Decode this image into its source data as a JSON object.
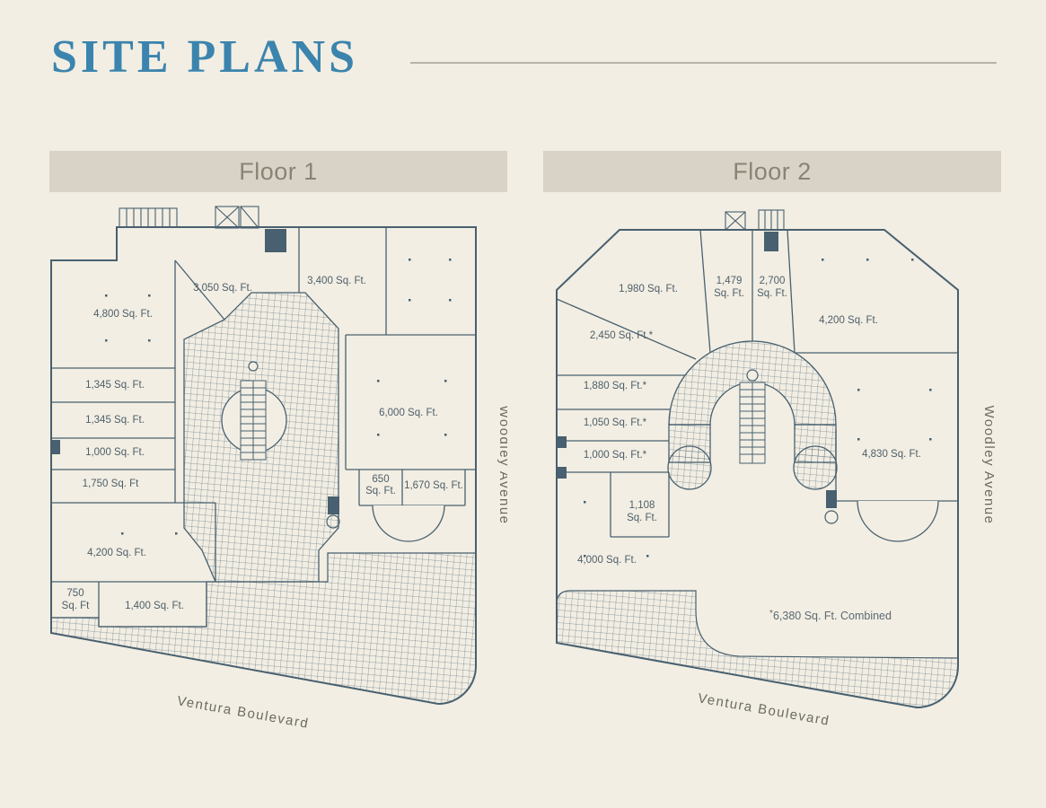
{
  "title": "SITE PLANS",
  "colors": {
    "accent": "#3b84ad",
    "paper": "#f2eee3",
    "header_bar": "#d9d3c7",
    "header_text": "#8a8375",
    "plan_line": "#48606f",
    "street_text": "#6b6b63"
  },
  "floors": [
    {
      "header": "Floor 1",
      "streets": {
        "side": "Woodley Avenue",
        "bottom": "Ventura Boulevard"
      },
      "rooms": [
        {
          "text": "3,050 Sq. Ft."
        },
        {
          "text": "3,400 Sq. Ft."
        },
        {
          "text": "4,800 Sq. Ft."
        },
        {
          "text": "1,345 Sq. Ft."
        },
        {
          "text": "1,345 Sq. Ft."
        },
        {
          "text": "1,000 Sq. Ft."
        },
        {
          "text": "1,750 Sq. Ft"
        },
        {
          "text": "4,200 Sq. Ft."
        },
        {
          "text": "750",
          "sub": "Sq. Ft"
        },
        {
          "text": "1,400 Sq. Ft."
        },
        {
          "text": "6,000 Sq. Ft."
        },
        {
          "text": "650",
          "sub": "Sq. Ft."
        },
        {
          "text": "1,670 Sq. Ft."
        }
      ]
    },
    {
      "header": "Floor 2",
      "streets": {
        "side": "Woodley Avenue",
        "bottom": "Ventura Boulevard"
      },
      "rooms": [
        {
          "text": "1,980 Sq. Ft."
        },
        {
          "text": "1,479",
          "sub": "Sq. Ft."
        },
        {
          "text": "2,700",
          "sub": "Sq. Ft."
        },
        {
          "text": "4,200 Sq. Ft."
        },
        {
          "text": "2,450 Sq. Ft.*"
        },
        {
          "text": "1,880 Sq. Ft.*"
        },
        {
          "text": "1,050 Sq. Ft.*"
        },
        {
          "text": "1,000 Sq. Ft.*"
        },
        {
          "text": "4,830 Sq. Ft."
        },
        {
          "text": "1,108",
          "sub": "Sq. Ft."
        },
        {
          "text": "4,000 Sq. Ft."
        }
      ],
      "note_star": "*",
      "note": "6,380 Sq. Ft. Combined"
    }
  ]
}
